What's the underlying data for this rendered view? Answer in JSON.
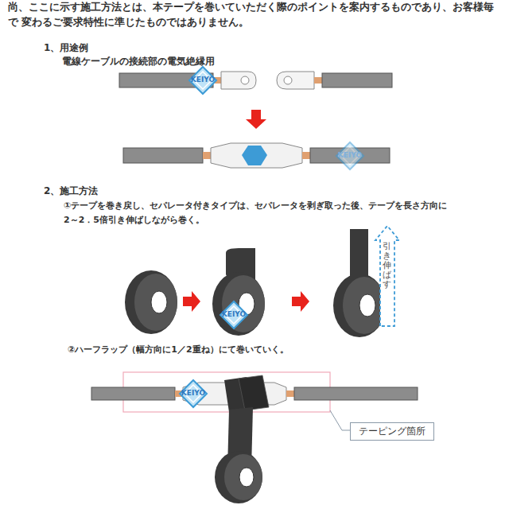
{
  "diagram": {
    "nodes": [
      {
        "text": [
          "テーピング箇所"
        ]
      }
    ],
    "labels": [
      "尚、ここに示す施工方法とは、本テープを巻いていただく際のポイントを案内するものであり、お客様毎で 変わるご要求特性に準じたものではありません。",
      "1、用途例",
      "電線ケーブルの接続部の電気絶縁用",
      "KEIYO",
      "KEIYO",
      "2、施工方法",
      "①テープを巻き戻し、セパレータ付きタイプは、セパレータを剥ぎ取った後、テープを長さ方向に 2～2．5倍引き伸ばしながら巻く。",
      "KEIYO",
      "引き伸ばす",
      "②ハーフラップ（幅方向に1／2重ね）にて巻いていく。",
      "KEIYO"
    ]
  }
}
